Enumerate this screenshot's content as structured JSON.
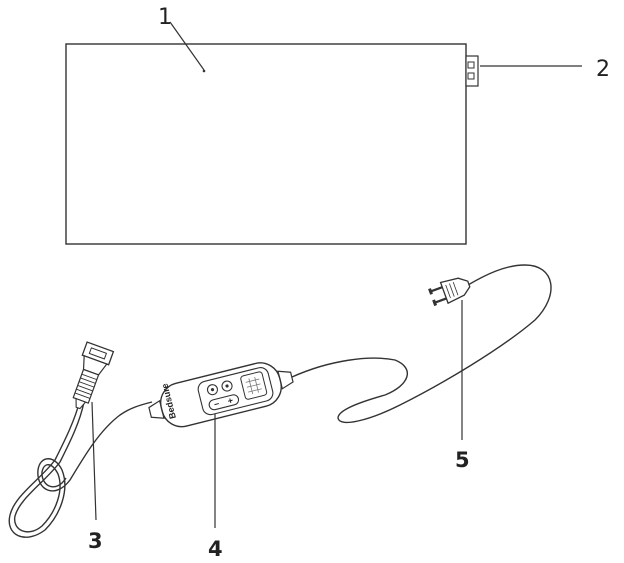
{
  "callouts": {
    "pad": "1",
    "connector": "2",
    "plug_end": "3",
    "controller": "4",
    "power_plug": "5"
  },
  "controller": {
    "brand": "Bedsure",
    "minus_label": "−",
    "plus_label": "+"
  }
}
